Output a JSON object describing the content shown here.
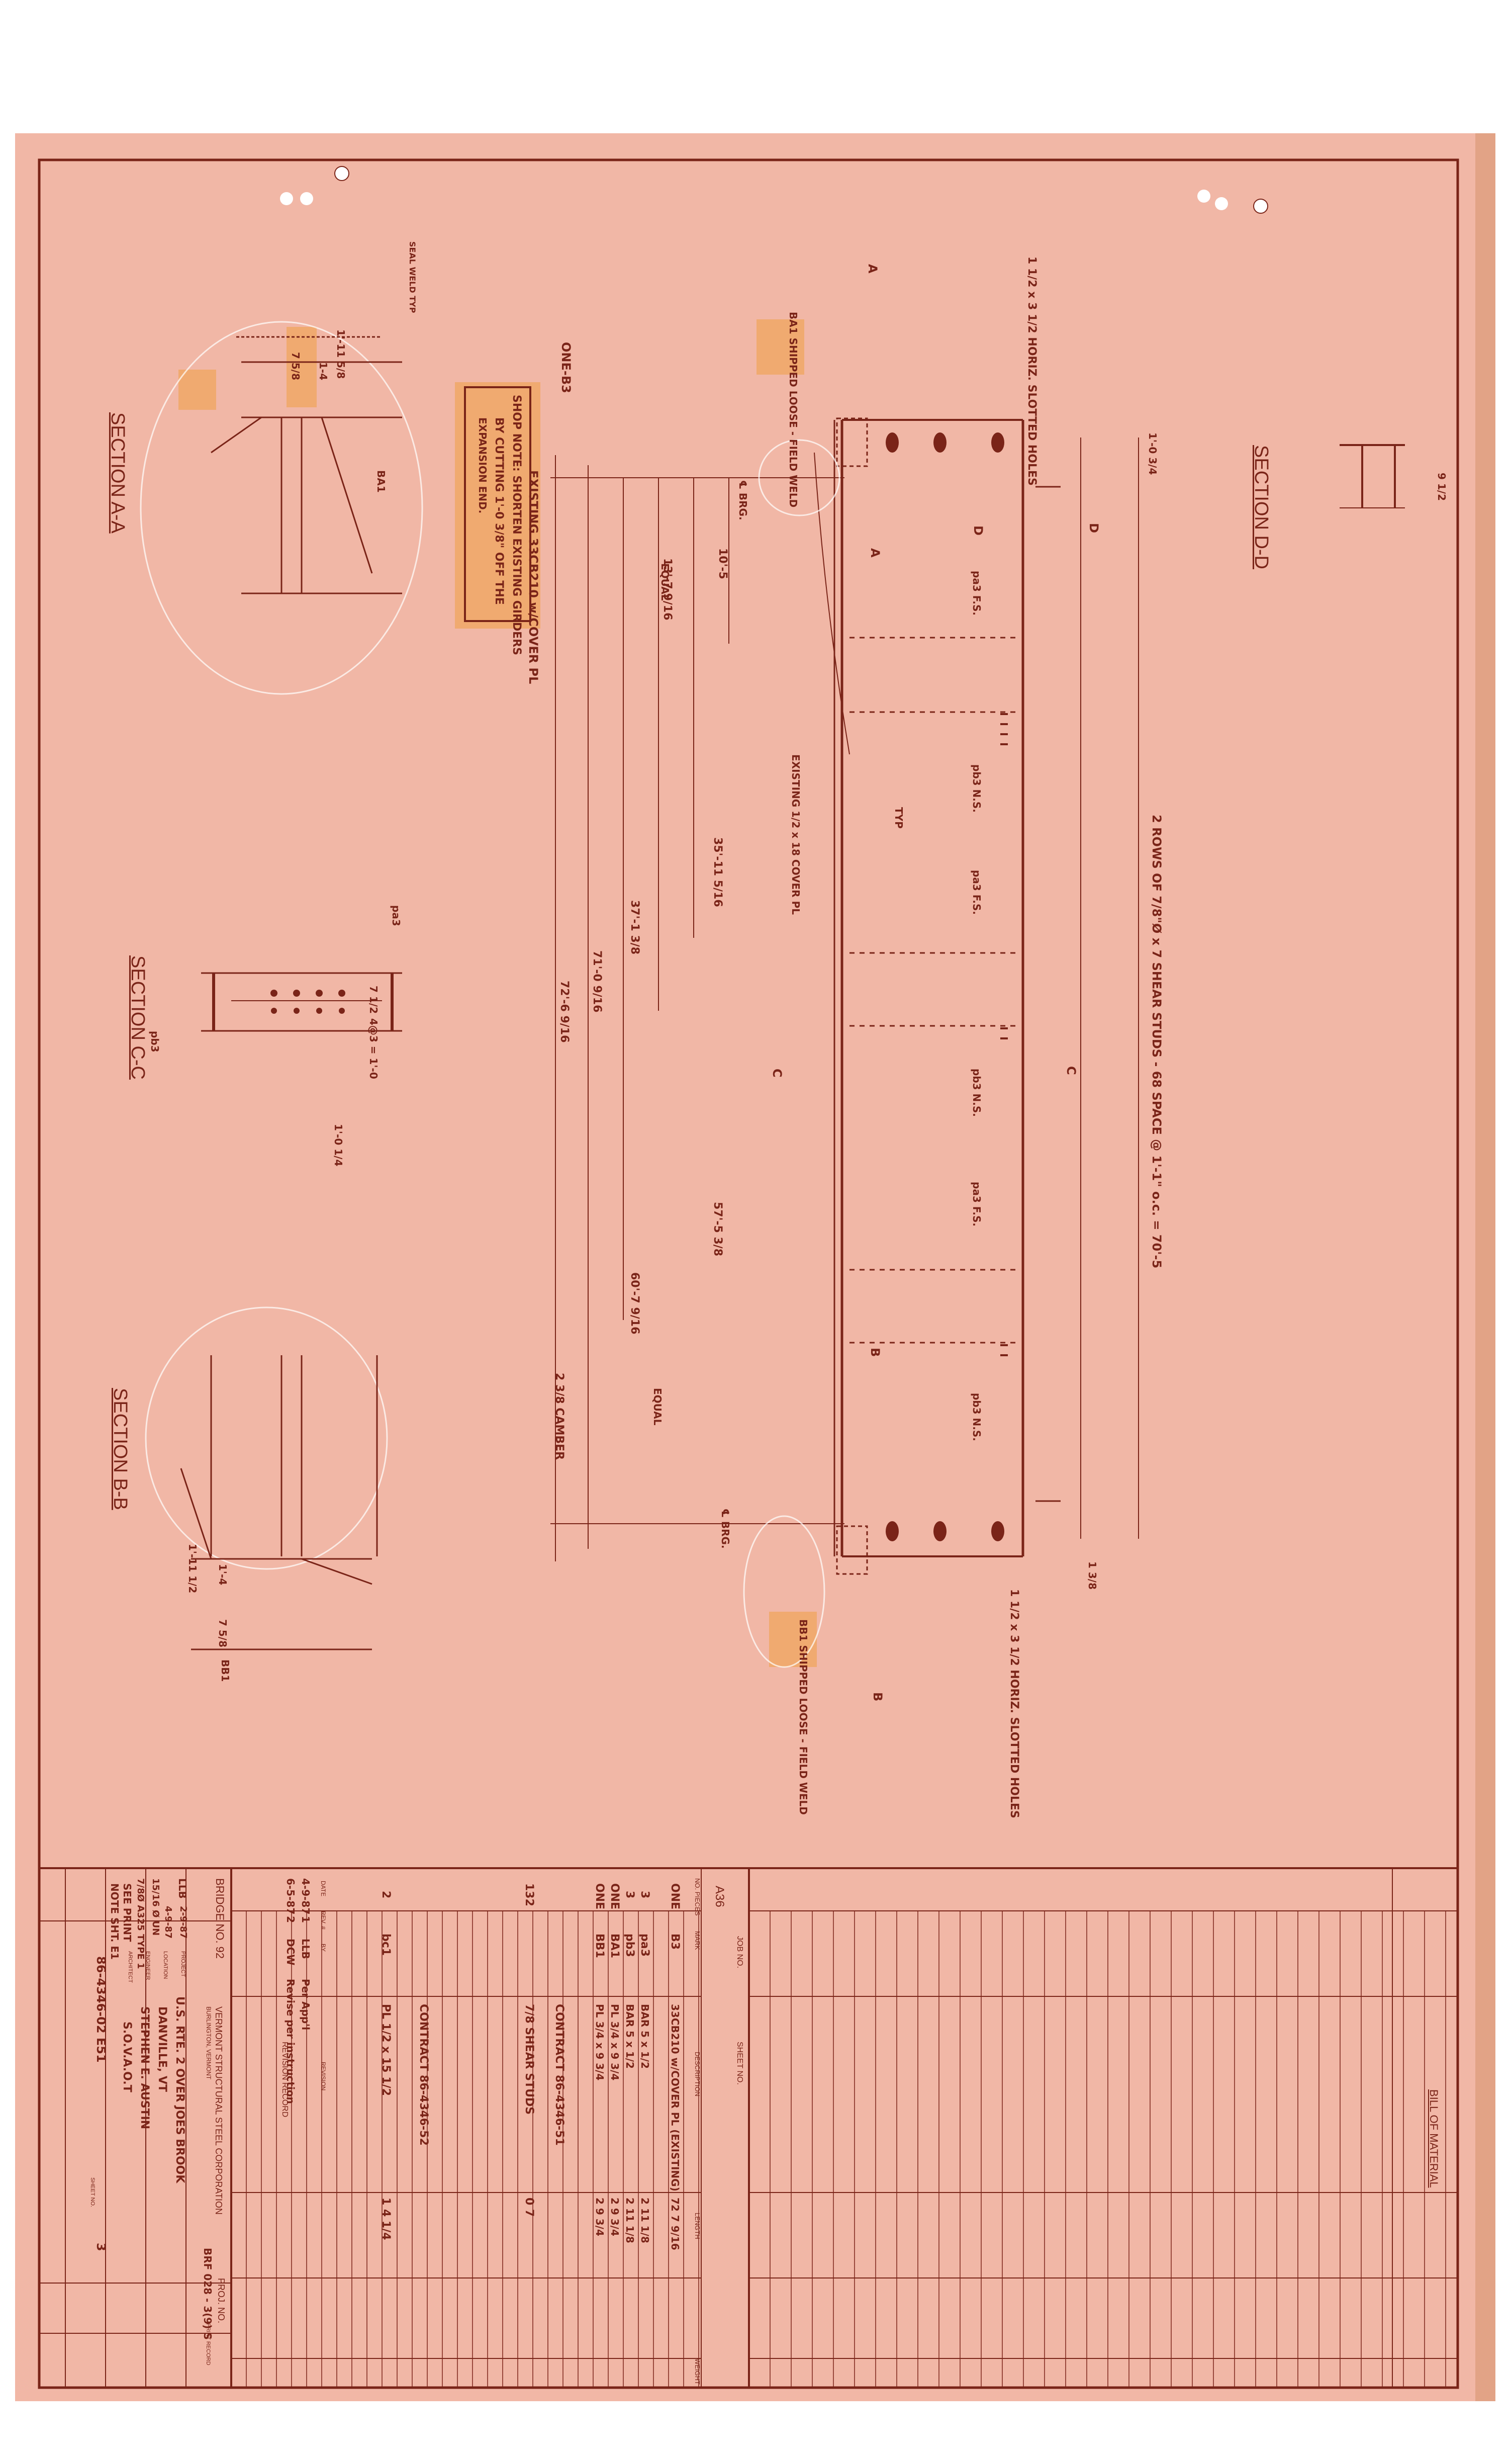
{
  "sheet": {
    "title": "BILL OF MATERIAL",
    "border_color": "#7a2418",
    "paper_color": "#f1b7a6",
    "highlight_color": "#f0a45a"
  },
  "views": {
    "section_a": "SECTION A-A",
    "section_b": "SECTION B-B",
    "section_c": "SECTION C-C",
    "section_d": "SECTION D-D"
  },
  "elevation": {
    "studs_note": "2 ROWS OF 7/8\"Ø x 7 SHEAR STUDS - 68 SPACE @ 1'-1\" o.c. = 70'-5",
    "girder_label": "ONE-B3",
    "girder_desc": "EXISTING 33CB210 w/COVER PL",
    "camber": "2 3/8 CAMBER",
    "overall_length": "72'-6 9/16",
    "dim_71": "71'-0 9/16",
    "dim_60": "60'-7 9/16",
    "dim_57": "57'-5 3/8",
    "dim_37": "37'-1 3/8",
    "dim_35": "35'-11 5/16",
    "dim_13": "13'-7 9/16",
    "dim_10": "10'-5",
    "equal": "EQUAL",
    "cl_brg": "℄ BRG.",
    "slotted_left": "1 1/2 x 3 1/2 HORIZ. SLOTTED HOLES",
    "slotted_right": "1 1/2 x 3 1/2 HORIZ. SLOTTED HOLES",
    "shipped_loose_left": "BA1 SHIPPED LOOSE - FIELD WELD",
    "shipped_loose_right": "BB1 SHIPPED LOOSE - FIELD WELD",
    "existing_cover": "EXISTING 1/2 x 18 COVER PL",
    "typ": "TYP",
    "pa3_fs": "pa3 F.S.",
    "pb3_ns": "pb3 N.S.",
    "dim_1_0": "1'-0 3/4",
    "dim_1_3": "1 3/8",
    "cut_a": "A",
    "cut_b": "B",
    "cut_c": "C",
    "cut_d": "D"
  },
  "shop_note": {
    "line1": "SHOP NOTE: SHORTEN EXISTING GIRDERS",
    "line2": "BY CUTTING 1'-0 3/8\" OFF THE",
    "line3": "EXPANSION END."
  },
  "section_dims": {
    "a_width": "1'-11 5/8",
    "a_inner": "1-4",
    "a_flange": "7 5/8",
    "a_bent": "BA1",
    "a_weld": "SEAL WELD TYP",
    "b_width": "1'-11 1/2",
    "b_inner": "1'-4",
    "b_flange": "7 5/8",
    "b_bent": "BB1",
    "c_spacing": "4@3 = 1'-0",
    "c_edge": "7 1/2",
    "c_right": "1'-0 1/4",
    "c_pa3": "pa3",
    "c_pb3": "pb3",
    "d_dim": "9 1/2"
  },
  "bom": {
    "job_no_label": "JOB NO.",
    "sheet_no_label": "SHEET NO.",
    "grade": "A36",
    "headers": [
      "NO. PIECES",
      "MARK",
      "DESCRIPTION",
      "LENGTH",
      "WEIGHT"
    ],
    "rows": [
      {
        "pieces": "ONE",
        "mark": "B3",
        "desc": "33CB210 w/COVER PL (EXISTING)",
        "length": "72  7 9/16",
        "note": ""
      },
      {
        "pieces": "3",
        "mark": "pa3",
        "desc": "BAR 5 x 1/2",
        "length": "2  11 1/8",
        "note": ""
      },
      {
        "pieces": "3",
        "mark": "pb3",
        "desc": "BAR 5 x 1/2",
        "length": "2  11 1/8",
        "note": ""
      },
      {
        "pieces": "ONE",
        "mark": "BA1",
        "desc": "PL 3/4 x 9 3/4",
        "length": "2  9 3/4",
        "note": ""
      },
      {
        "pieces": "ONE",
        "mark": "BB1",
        "desc": "PL 3/4 x 9 3/4",
        "length": "2  9 3/4",
        "note": ""
      }
    ],
    "contract1": "CONTRACT 86-4346-51",
    "studs_row": {
      "qty": "132",
      "desc": "7/8 SHEAR STUDS",
      "len": "0  7"
    },
    "contract2": "CONTRACT 86-4346-52",
    "bc1_row": {
      "qty": "2",
      "mark": "bc1",
      "desc": "PL 1/2 x 15 1/2",
      "len": "1  4 1/4"
    }
  },
  "revision": {
    "title": "REVISION RECORD",
    "headers": [
      "DATE",
      "REV. #",
      "BY",
      "REVISION"
    ],
    "rows": [
      {
        "date": "4-9-87",
        "rev": "1",
        "by": "LLB",
        "desc": "Per App'l"
      },
      {
        "date": "6-5-87",
        "rev": "2",
        "by": "DCW",
        "desc": "Revise per instruction"
      }
    ]
  },
  "title_block": {
    "bridge": "BRIDGE NO. 92",
    "company": "VERMONT STRUCTURAL STEEL CORPORATION",
    "company_loc": "BURLINGTON, VERMONT",
    "project_label": "PROJECT",
    "project": "U.S. RTE. 2 OVER JOES BROOK",
    "location_label": "LOCATION",
    "location": "DANVILLE, VT",
    "engineer_label": "ENGINEER",
    "engineer": "STEPHEN E. AUSTIN",
    "architect_label": "ARCHITECT",
    "architect": "S.O.V.A.O.T",
    "proj_no": "BRF 028 - 3(9) S",
    "proj_label": "PROJ. NO.",
    "drawn": "LLB",
    "drawn_date": "2-9-87",
    "checked_date": "4-9-87",
    "bolts": "7/8Ø A325 TYPE 1",
    "holes": "15/16 Ø UN",
    "paint": "SEE PRINT",
    "note": "NOTE SHT. E1",
    "dwg_no": "86-4346-02 E51",
    "sheet_label": "SHEET NO.",
    "sheet": "3",
    "print_record_label": "PRINT RECORD"
  }
}
